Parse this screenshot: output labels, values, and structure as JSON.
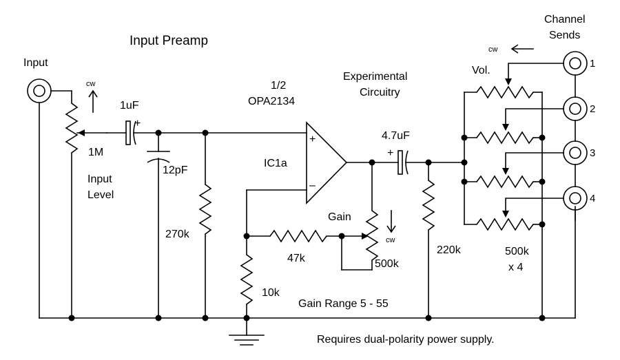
{
  "title": "Input Preamp",
  "input_label": "Input",
  "input_pot": {
    "value": "1M",
    "name_line1": "Input",
    "name_line2": "Level",
    "cw": "cw"
  },
  "cap_coupling_in": "1uF",
  "cap_filter": "12pF",
  "res_bias": "270k",
  "opamp": {
    "line1": "1/2",
    "line2": "OPA2134",
    "ref": "IC1a",
    "plus": "+",
    "minus": "–"
  },
  "res_feedback": "47k",
  "res_ground": "10k",
  "gain_pot": {
    "name": "Gain",
    "value": "500k",
    "cw": "cw"
  },
  "experimental": {
    "line1": "Experimental",
    "line2": "Circuitry"
  },
  "cap_coupling_out": "4.7uF",
  "cap_plus": "+",
  "res_out": "220k",
  "vol_pots": {
    "name": "Vol.",
    "value": "500k",
    "count": "x 4",
    "cw": "cw"
  },
  "sends": {
    "line1": "Channel",
    "line2": "Sends",
    "ports": [
      "1",
      "2",
      "3",
      "4"
    ]
  },
  "gain_range": "Gain Range 5 - 55",
  "footer_note": "Requires dual-polarity power supply."
}
